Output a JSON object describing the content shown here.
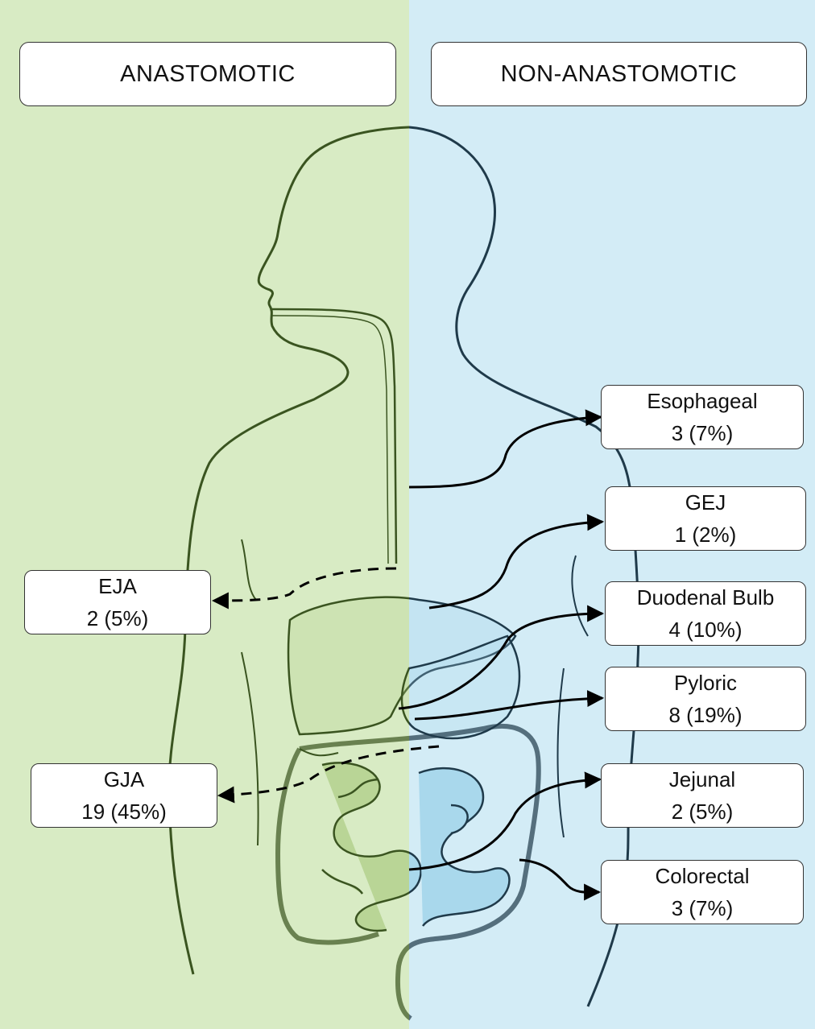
{
  "headers": {
    "left": "ANASTOMOTIC",
    "right": "NON-ANASTOMOTIC"
  },
  "colors": {
    "anastomotic_bg": "#d8ebc4",
    "non_anastomotic_bg": "#d3ecf6",
    "outline_left": "#3a5420",
    "outline_right": "#1f3a4a"
  },
  "anastomotic": [
    {
      "name": "EJA",
      "value": "2 (5%)"
    },
    {
      "name": "GJA",
      "value": "19 (45%)"
    }
  ],
  "non_anastomotic": [
    {
      "name": "Esophageal",
      "value": "3 (7%)"
    },
    {
      "name": "GEJ",
      "value": "1 (2%)"
    },
    {
      "name": "Duodenal Bulb",
      "value": "4 (10%)"
    },
    {
      "name": "Pyloric",
      "value": "8 (19%)"
    },
    {
      "name": "Jejunal",
      "value": "2 (5%)"
    },
    {
      "name": "Colorectal",
      "value": "3 (7%)"
    }
  ]
}
